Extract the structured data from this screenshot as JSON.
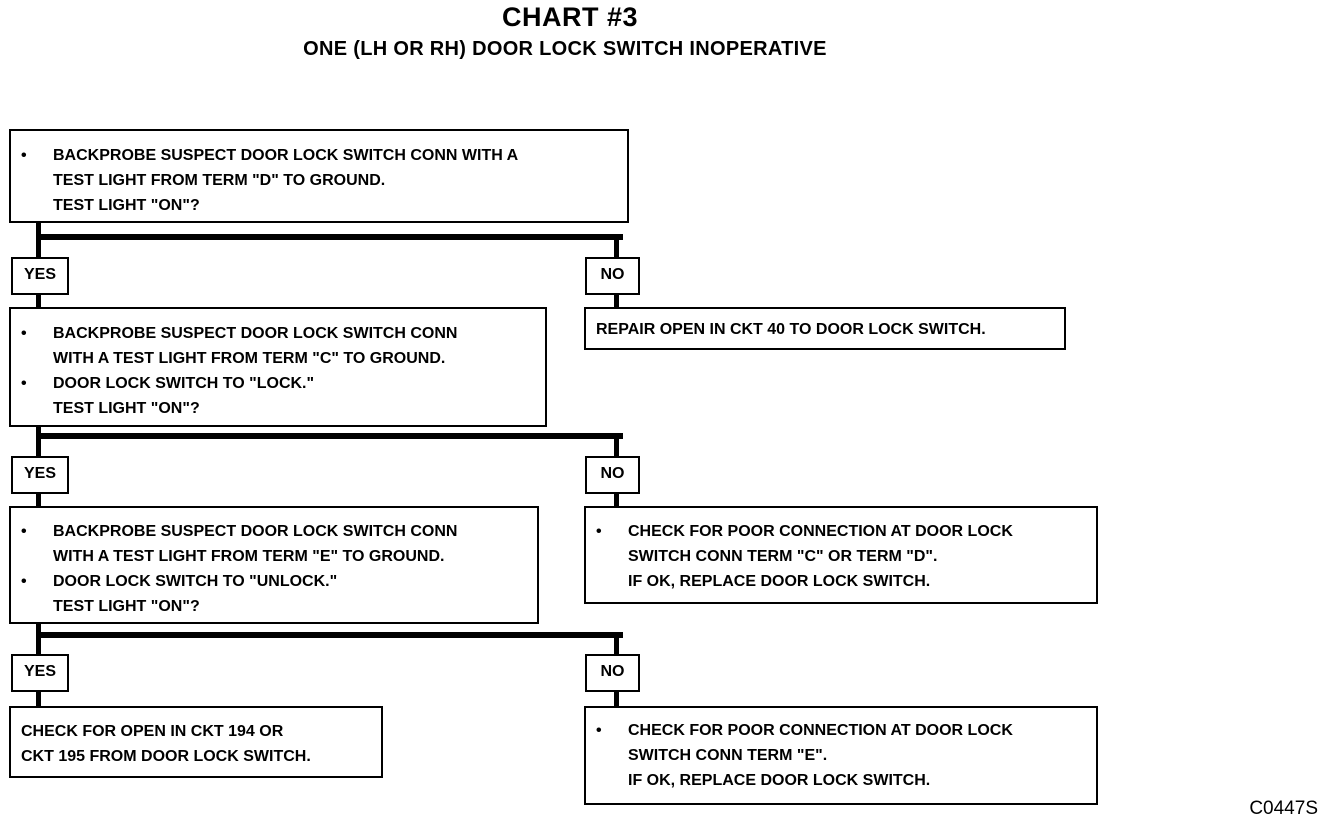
{
  "header": {
    "title": "CHART #3",
    "subtitle": "ONE (LH OR RH) DOOR LOCK SWITCH INOPERATIVE"
  },
  "steps": {
    "step1": {
      "bullet": "•",
      "lines": [
        "BACKPROBE SUSPECT DOOR LOCK SWITCH CONN WITH A",
        "TEST LIGHT FROM TERM \"D\" TO GROUND.",
        "TEST LIGHT \"ON\"?"
      ]
    },
    "step2": {
      "bullet": "•",
      "lines": [
        "BACKPROBE SUSPECT DOOR LOCK SWITCH CONN",
        "WITH A TEST LIGHT FROM TERM \"C\" TO GROUND.",
        "DOOR LOCK SWITCH TO \"LOCK.\"",
        "TEST LIGHT \"ON\"?"
      ]
    },
    "step3": {
      "bullet": "•",
      "lines": [
        "BACKPROBE SUSPECT DOOR LOCK SWITCH CONN",
        "WITH A TEST LIGHT FROM TERM \"E\" TO GROUND.",
        "DOOR LOCK SWITCH TO \"UNLOCK.\"",
        "TEST LIGHT \"ON\"?"
      ]
    },
    "no1": {
      "lines": [
        "REPAIR OPEN IN CKT 40 TO DOOR LOCK SWITCH."
      ]
    },
    "no2": {
      "bullet": "•",
      "lines": [
        "CHECK FOR POOR CONNECTION AT DOOR LOCK",
        "SWITCH CONN TERM \"C\" OR TERM \"D\".",
        "IF OK, REPLACE DOOR LOCK SWITCH."
      ]
    },
    "yes3": {
      "lines": [
        "CHECK FOR OPEN IN CKT 194 OR",
        "CKT 195 FROM DOOR LOCK SWITCH."
      ]
    },
    "no3": {
      "bullet": "•",
      "lines": [
        "CHECK FOR POOR CONNECTION AT DOOR LOCK",
        "SWITCH CONN TERM \"E\".",
        "IF OK, REPLACE DOOR LOCK SWITCH."
      ]
    }
  },
  "labels": {
    "yes": "YES",
    "no": "NO"
  },
  "figure_code": "C0447S"
}
